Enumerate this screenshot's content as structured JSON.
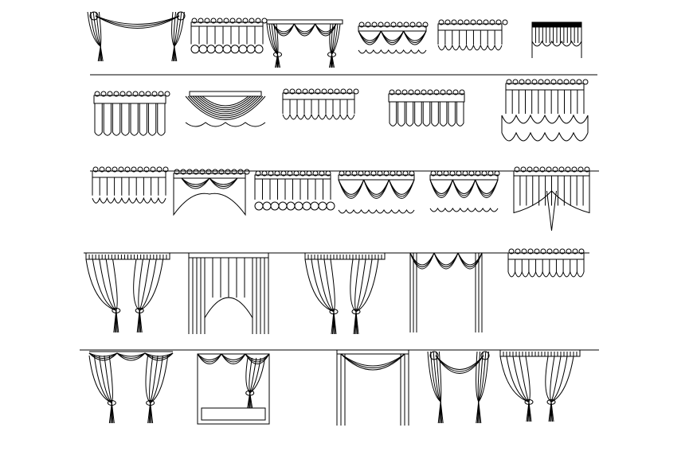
{
  "drawing": {
    "line_color": "#000000",
    "background": "#ffffff",
    "rows": [
      {
        "items": [
          "swag-drape",
          "valance-balloon",
          "valance-drape",
          "valance-swag",
          "valance-scallop",
          "valance-dark"
        ]
      },
      {
        "items": [
          "valance-tulip",
          "swag-cascade",
          "valance-scallop",
          "valance-tulip",
          "valance-balloon-tall"
        ]
      },
      {
        "items": [
          "valance-scallop",
          "valance-pointed",
          "valance-balloon",
          "valance-swag",
          "valance-swag",
          "valance-tieup"
        ]
      },
      {
        "items": [
          "drape-tieback",
          "drape-arch",
          "drape-tieback",
          "swag-drape-long",
          "valance-scallop"
        ]
      },
      {
        "items": [
          "drape-swag",
          "window-swag",
          "drape-swag-long",
          "swag-drape",
          "drape-tieback"
        ]
      }
    ]
  }
}
